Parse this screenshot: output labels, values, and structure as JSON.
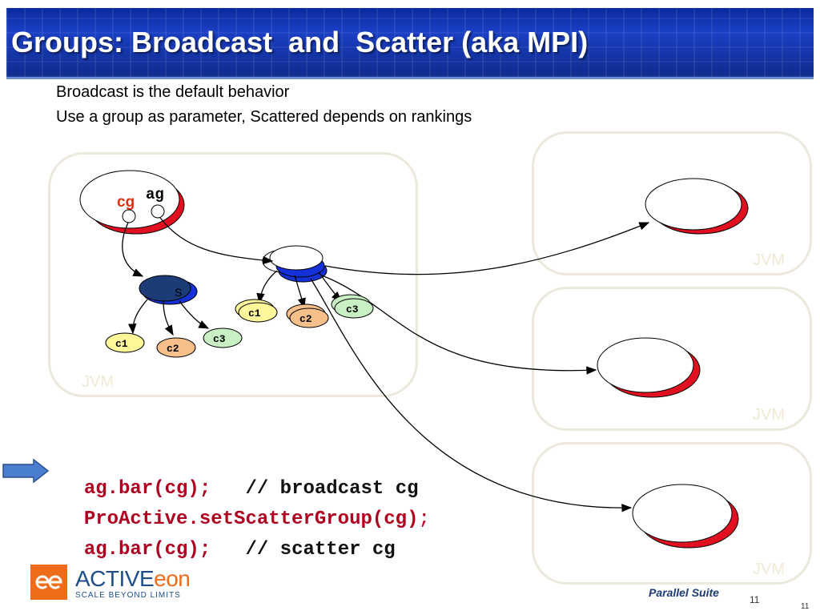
{
  "slide": {
    "title": "Groups: Broadcast  and  Scatter (aka MPI)",
    "subtitle_lines": [
      "Broadcast is the default behavior",
      "Use a group as parameter, Scattered depends on rankings"
    ],
    "jvm_label": "JVM",
    "diagram": {
      "cg": "cg",
      "ag": "ag",
      "s": "S",
      "c1": "c1",
      "c2": "c2",
      "c3": "c3"
    },
    "code": {
      "line1_call": "ag.bar(cg);",
      "line1_comment": "// broadcast cg",
      "line2": "ProActive.setScatterGroup(cg)",
      "line2_semicolon": ";",
      "line3_call": "ag.bar(cg);",
      "line3_comment": "// scatter cg"
    },
    "footer": {
      "logo_main": "ACTIVE",
      "logo_accent": "eon",
      "logo_tagline": "SCALE BEYOND LIMITS",
      "suite": "Parallel Suite",
      "page_number": "11",
      "page_number_small": "11"
    },
    "colors": {
      "title_bg": "#1a3fc4",
      "code_red": "#b00020",
      "object_shadow_red": "#e01020",
      "group_blue": "#1430d8",
      "scatter_navy": "#1c3c78",
      "c1_fill": "#fff79a",
      "c2_fill": "#f7c08a",
      "c3_fill": "#c8f0c4",
      "jvm_border": "#ece9dc"
    }
  }
}
